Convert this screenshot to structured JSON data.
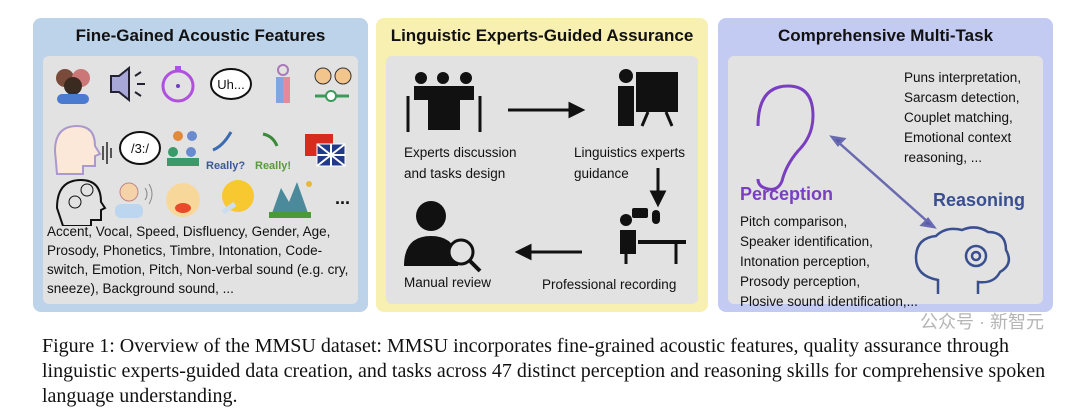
{
  "panels": {
    "acoustic": {
      "title": "Fine-Gained Acoustic Features",
      "icons": [
        "people-icon",
        "speaker-icon",
        "stopwatch-icon",
        "speech-bubble-uh-icon",
        "gender-icon",
        "age-icon",
        "head-voice-icon",
        "phonetic-bubble-icon",
        "group-icon",
        "intonation-icon",
        "flags-icon",
        "emotion-head-icon",
        "person-speaking-icon",
        "crying-face-icon",
        "sneezing-face-icon",
        "landscape-icon",
        "ellipsis-icon"
      ],
      "bubble_text": "Uh...",
      "phonetic_text": "/3:/",
      "intonation_up": "Really?",
      "intonation_down": "Really!",
      "ellipsis": "...",
      "description": "Accent, Vocal, Speed, Disfluency, Gender, Age, Prosody, Phonetics, Timbre, Intonation, Code-switch, Emotion, Pitch, Non-verbal sound (e.g. cry, sneeze), Background sound, ..."
    },
    "assurance": {
      "title": "Linguistic Experts-Guided Assurance",
      "steps": [
        {
          "label": "Experts discussion and tasks design",
          "icon": "meeting-icon"
        },
        {
          "label": "Linguistics experts guidance",
          "icon": "presenter-icon"
        },
        {
          "label": "Professional recording",
          "icon": "recording-icon"
        },
        {
          "label": "Manual review",
          "icon": "review-icon"
        }
      ]
    },
    "multitask": {
      "title": "Comprehensive Multi-Task",
      "perception_label": "Perception",
      "reasoning_label": "Reasoning",
      "perception_tasks": [
        "Pitch comparison,",
        "Speaker identification,",
        "Intonation perception,",
        "Prosody perception,",
        "Plosive sound identification,..."
      ],
      "reasoning_tasks": [
        "Puns interpretation,",
        "Sarcasm detection,",
        "Couplet matching,",
        "Emotional context",
        "reasoning, ..."
      ],
      "colors": {
        "perception": "#7a3fc0",
        "reasoning": "#3a4f8f"
      }
    }
  },
  "caption": "Figure 1: Overview of the MMSU dataset: MMSU incorporates fine-grained acoustic features, quality assurance through linguistic experts-guided data creation, and tasks across 47 distinct perception and reasoning skills for comprehensive spoken language understanding.",
  "watermark": "公众号 · 新智元"
}
